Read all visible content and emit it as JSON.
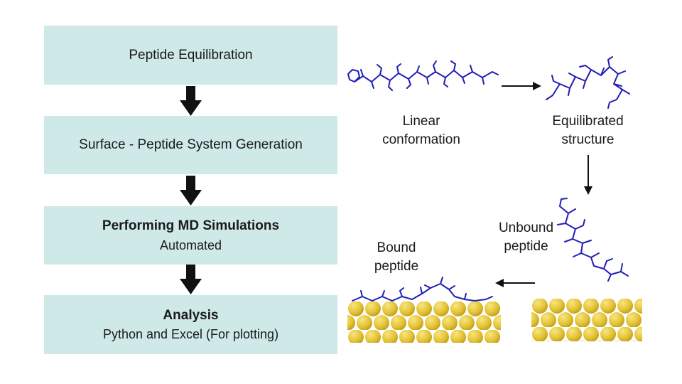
{
  "colors": {
    "box_bg": "#cfe9e8",
    "molecule_blue": "#1f1fb4",
    "gold": "#e3c335",
    "arrow_black": "#111111"
  },
  "flowchart": {
    "steps": [
      {
        "title": "Peptide Equilibration",
        "subtitle": ""
      },
      {
        "title": "Surface - Peptide System Generation",
        "subtitle": ""
      },
      {
        "title": "Performing MD Simulations",
        "subtitle": "Automated"
      },
      {
        "title": "Analysis",
        "subtitle": "Python and Excel (For plotting)"
      }
    ]
  },
  "labels": {
    "linear": "Linear conformation",
    "equilibrated": "Equilibrated structure",
    "unbound": "Unbound peptide",
    "bound": "Bound peptide"
  }
}
